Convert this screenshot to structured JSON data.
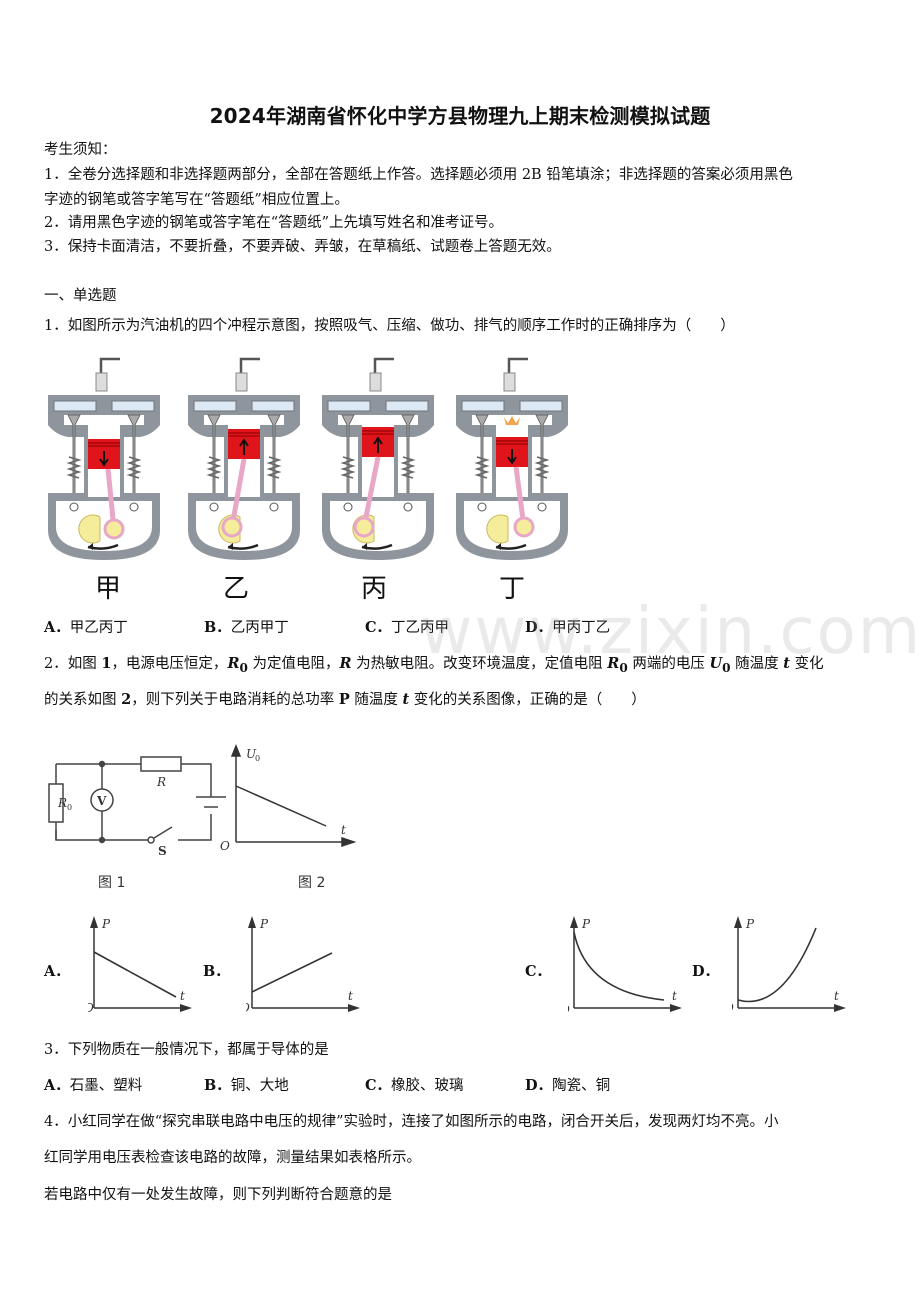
{
  "title": "2024年湖南省怀化中学方县物理九上期末检测模拟试题",
  "notice": {
    "heading": "考生须知：",
    "items": [
      "1．全卷分选择题和非选择题两部分，全部在答题纸上作答。选择题必须用 2B 铅笔填涂；非选择题的答案必须用黑色",
      "字迹的钢笔或答字笔写在“答题纸”相应位置上。",
      "2．请用黑色字迹的钢笔或答字笔在“答题纸”上先填写姓名和准考证号。",
      "3．保持卡面清洁，不要折叠，不要弄破、弄皱，在草稿纸、试题卷上答题无效。"
    ]
  },
  "section": "一、单选题",
  "watermark": "www.zixin.com.cn",
  "questions": [
    {
      "number": "1．",
      "text": "如图所示为汽油机的四个冲程示意图，按照吸气、压缩、做功、排气的顺序工作时的正确排序为（　　）",
      "figures": [
        {
          "label": "甲",
          "piston": "down",
          "stroke": "intake"
        },
        {
          "label": "乙",
          "piston": "up",
          "stroke": "exhaust"
        },
        {
          "label": "丙",
          "piston": "up",
          "stroke": "compression"
        },
        {
          "label": "丁",
          "piston": "down",
          "stroke": "power"
        }
      ],
      "options": [
        {
          "key": "A．",
          "text": "甲乙丙丁"
        },
        {
          "key": "B．",
          "text": "乙丙甲丁"
        },
        {
          "key": "C．",
          "text": "丁乙丙甲"
        },
        {
          "key": "D．",
          "text": "甲丙丁乙"
        }
      ]
    },
    {
      "number": "2．",
      "line1": {
        "p1": "如图 ",
        "fig1": "1",
        "p2": "，电源电压恒定，",
        "r0a": "R",
        "sub0a": "0",
        "p3": " 为定值电阻，",
        "r": "R",
        "p4": " 为热敏电阻。改变环境温度，定值电阻 ",
        "r0b": "R",
        "sub0b": "0",
        "p5": " 两端的电压 ",
        "u": "U",
        "subu": "0",
        "p6": " 随温度 ",
        "t": "t",
        "p7": " 变化"
      },
      "line2": {
        "p1": "的关系如图 ",
        "fig2": "2",
        "p2": "，则下列关于电路消耗的总功率 ",
        "P": "P",
        "p3": " 随温度 ",
        "t": "t",
        "p4": " 变化的关系图像，正确的是（　　）"
      },
      "circuit": {
        "r0": "R",
        "r0_sub": "0",
        "r": "R",
        "meter": "V",
        "switch": "S",
        "caption": "图 1"
      },
      "graph": {
        "ylabel": "U",
        "ylabel_sub": "0",
        "xlabel": "t",
        "origin": "O",
        "caption": "图 2"
      },
      "options": [
        {
          "key": "A．",
          "ylabel": "P",
          "xlabel": "t",
          "origin": "O",
          "trend": "linear decreasing"
        },
        {
          "key": "B．",
          "ylabel": "P",
          "xlabel": "t",
          "origin": "O",
          "trend": "linear increasing"
        },
        {
          "key": "C．",
          "ylabel": "P",
          "xlabel": "t",
          "origin": "O",
          "trend": "decaying curve"
        },
        {
          "key": "D．",
          "ylabel": "P",
          "xlabel": "t",
          "origin": "O",
          "trend": "rising curve"
        }
      ]
    },
    {
      "number": "3．",
      "text": "下列物质在一般情况下，都属于导体的是",
      "options": [
        {
          "key": "A．",
          "text": "石墨、塑料"
        },
        {
          "key": "B．",
          "text": "铜、大地"
        },
        {
          "key": "C．",
          "text": "橡胶、玻璃"
        },
        {
          "key": "D．",
          "text": "陶瓷、铜"
        }
      ]
    },
    {
      "number": "4．",
      "lines": [
        "小红同学在做“探究串联电路中电压的规律”实验时，连接了如图所示的电路，闭合开关后，发现两灯均不亮。小",
        "红同学用电压表检查该电路的故障，测量结果如表格所示。",
        "若电路中仅有一处发生故障，则下列判断符合题意的是"
      ]
    }
  ]
}
